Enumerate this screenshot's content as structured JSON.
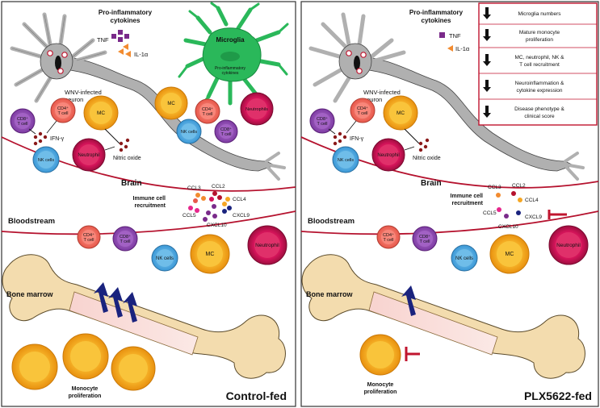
{
  "panels": {
    "left": {
      "title": "Control-fed",
      "cytokines_heading_1": "Pro-inflammatory",
      "cytokines_heading_2": "cytokines",
      "tnf": "TNF",
      "il1a": "IL-1α",
      "microglia": "Microglia",
      "microglia_inner_1": "Pro-inflammatory",
      "microglia_inner_2": "cytokines",
      "neuron_1": "WNV-infected",
      "neuron_2": "neuron",
      "cd8_1": "CD8⁺",
      "cd8_2": "T cell",
      "cd4_1": "CD4⁺",
      "cd4_2": "T cell",
      "mc": "MC",
      "ifn": "IFN-γ",
      "nk": "NK cells",
      "neutrophil": "Neutrophil",
      "nitric_oxide": "Nitric oxide",
      "brain_mc": "MC",
      "brain_cd4_1": "CD4⁺",
      "brain_cd4_2": "T cell",
      "brain_neutrophils": "Neutrophils",
      "brain_nk": "NK cells",
      "brain_cd8_1": "CD8⁺",
      "brain_cd8_2": "T cell",
      "brain": "Brain",
      "recruit_1": "Immune cell",
      "recruit_2": "recruitment",
      "ccl3": "CCL3",
      "ccl2": "CCL2",
      "ccl4": "CCL4",
      "ccl5": "CCL5",
      "cxcl9": "CXCL9",
      "cxcl10": "CXCL10",
      "bloodstream": "Bloodstream",
      "bs_cd4_1": "CD4⁺",
      "bs_cd4_2": "T cell",
      "bs_cd8_1": "CD8⁺",
      "bs_cd8_2": "T cell",
      "bs_nk": "NK cells",
      "bs_mc": "MC",
      "bs_neutrophil": "Neutrophil",
      "bone_marrow": "Bone marrow",
      "mono_1": "Monocyte",
      "mono_2": "proliferation"
    },
    "right": {
      "title": "PLX5622-fed",
      "cytokines_heading_1": "Pro-inflammatory",
      "cytokines_heading_2": "cytokines",
      "tnf": "TNF",
      "il1a": "IL-1α",
      "neuron_1": "WNV-infected",
      "neuron_2": "neuron",
      "cd8_1": "CD8⁺",
      "cd8_2": "T cell",
      "cd4_1": "CD4⁺",
      "cd4_2": "T cell",
      "mc": "MC",
      "ifn": "IFN-γ",
      "nk": "NK cells",
      "neutrophil": "Neutrophil",
      "nitric_oxide": "Nitric oxide",
      "brain": "Brain",
      "recruit_1": "Immune cell",
      "recruit_2": "recruitment",
      "ccl3": "CCL3",
      "ccl2": "CCL2",
      "ccl4": "CCL4",
      "ccl5": "CCL5",
      "cxcl9": "CXCL9",
      "cxcl10": "CXCL10",
      "bloodstream": "Bloodstream",
      "bs_cd4_1": "CD4⁺",
      "bs_cd4_2": "T cell",
      "bs_cd8_1": "CD8⁺",
      "bs_cd8_2": "T cell",
      "bs_nk": "NK cells",
      "bs_mc": "MC",
      "bs_neutrophil": "Neutrophil",
      "bone_marrow": "Bone marrow",
      "mono_1": "Monocyte",
      "mono_2": "proliferation"
    }
  },
  "legend": [
    {
      "line1": "Microglia numbers",
      "line2": ""
    },
    {
      "line1": "Mature monocyte",
      "line2": "proliferation"
    },
    {
      "line1": "MC, neutrophil, NK &",
      "line2": "T cell recruitment"
    },
    {
      "line1": "Neuroinflammation &",
      "line2": "cytokine expression"
    },
    {
      "line1": "Disease phenotype &",
      "line2": "clinical score"
    }
  ],
  "colors": {
    "mc": "#f5a623",
    "neutrophil": "#d4145a",
    "nk": "#4aa8e0",
    "cd8": "#8e44ad",
    "cd4": "#f26b5b",
    "microglia": "#2ab85a",
    "neuron": "#b0b0b0",
    "boundary": "#b5122e",
    "bone": "#f3dcae",
    "arrow": "#1a237e",
    "inhibit": "#c0152f"
  }
}
